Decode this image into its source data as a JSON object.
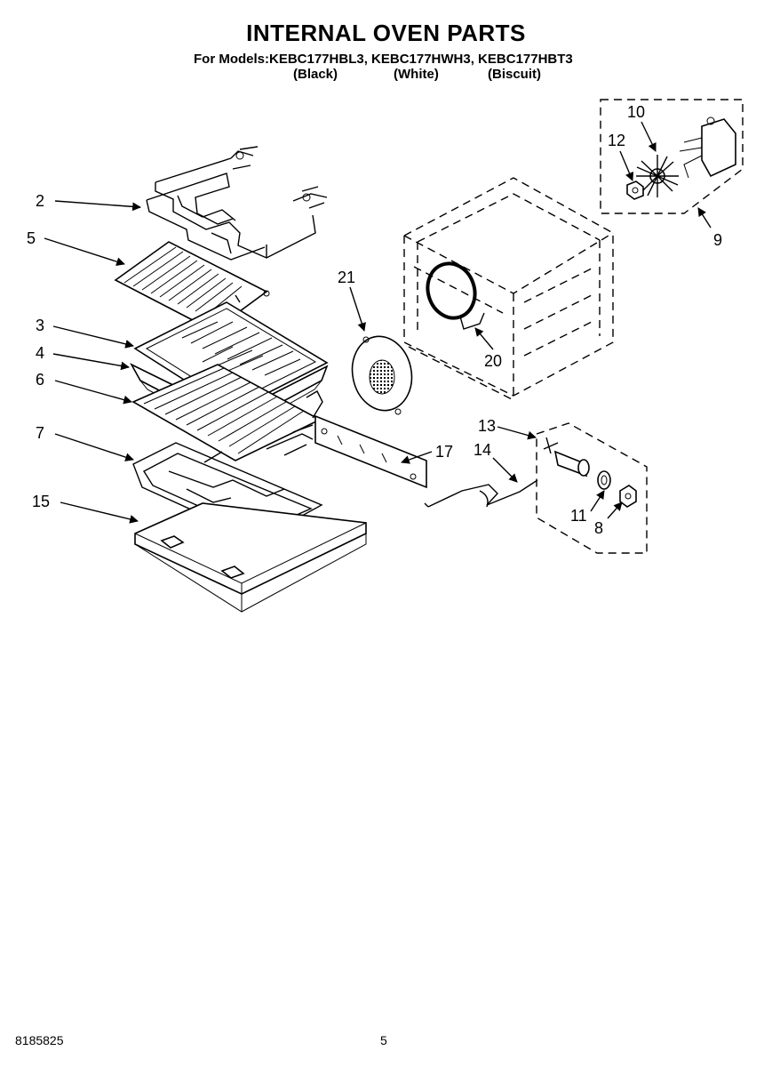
{
  "header": {
    "title": "INTERNAL OVEN PARTS",
    "models_line": "For Models:KEBC177HBL3, KEBC177HWH3, KEBC177HBT3",
    "variants": [
      "(Black)",
      "(White)",
      "(Biscuit)"
    ]
  },
  "callouts": [
    "2",
    "5",
    "3",
    "4",
    "6",
    "7",
    "15",
    "21",
    "20",
    "10",
    "12",
    "9",
    "13",
    "14",
    "17",
    "11",
    "8"
  ],
  "footer": {
    "doc_number": "8185825",
    "page_number": "5"
  }
}
